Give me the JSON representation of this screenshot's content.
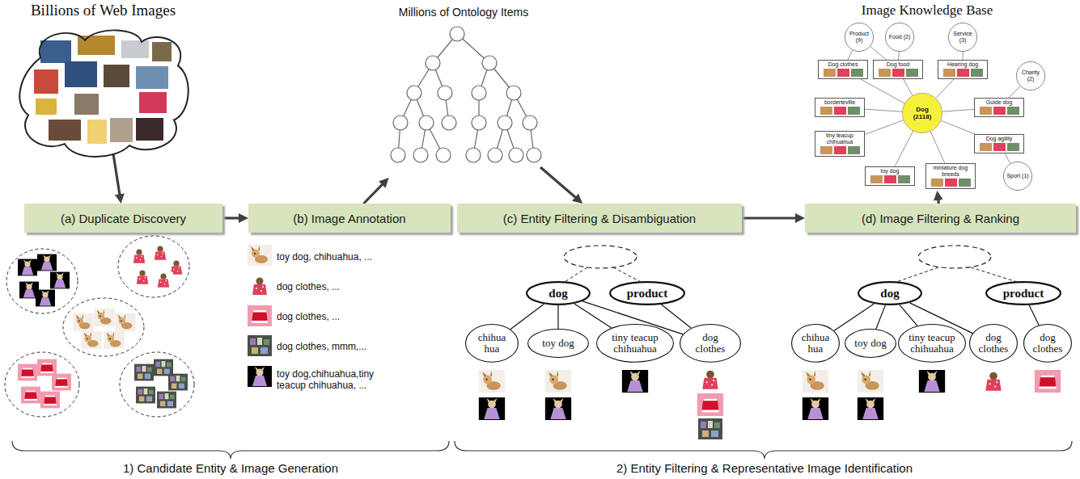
{
  "diagram": {
    "nodes": [
      {
        "text": [
          "Billions of Web Images"
        ]
      },
      {
        "text": [
          "Millions of Ontology Items"
        ]
      },
      {
        "text": [
          "Image Knowledge Base"
        ]
      },
      {
        "text": [
          "Product (9)"
        ],
        "in": 2
      },
      {
        "text": [
          "Food (2)"
        ],
        "in": 2
      },
      {
        "text": [
          "Service (3)"
        ],
        "in": 2
      },
      {
        "text": [
          "Dog clothes"
        ],
        "in": 2
      },
      {
        "text": [
          "Dog food"
        ],
        "in": 2
      },
      {
        "text": [
          "Hearing dog"
        ],
        "in": 2
      },
      {
        "text": [
          "borderteville"
        ],
        "in": 2
      },
      {
        "text": [
          "Dog (2118)"
        ],
        "in": 2
      },
      {
        "text": [
          "Guide dog"
        ],
        "in": 2
      },
      {
        "text": [
          "Charity (2)"
        ],
        "in": 2
      },
      {
        "text": [
          "tiny teacup chihuahua"
        ],
        "in": 2
      },
      {
        "text": [
          "Dog agility"
        ],
        "in": 2
      },
      {
        "text": [
          "toy dog"
        ],
        "in": 2
      },
      {
        "text": [
          "miniature dog breeds"
        ],
        "in": 2
      },
      {
        "text": [
          "Sport (1)"
        ],
        "in": 2
      },
      {
        "text": [
          "(a) Duplicate Discovery"
        ]
      },
      {
        "text": [
          "(b) Image Annotation"
        ]
      },
      {
        "text": [
          "(c) Entity Filtering & Disambiguation"
        ]
      },
      {
        "text": [
          "(d) Image Filtering & Ranking"
        ]
      },
      {
        "text": [
          "dog"
        ]
      },
      {
        "text": [
          "product"
        ]
      },
      {
        "text": [
          "chihua hua"
        ]
      },
      {
        "text": [
          "toy dog"
        ]
      },
      {
        "text": [
          "tiny teacup chihuahua"
        ]
      },
      {
        "text": [
          "dog clothes"
        ]
      },
      {
        "text": [
          "dog"
        ]
      },
      {
        "text": [
          "product"
        ]
      },
      {
        "text": [
          "chihua hua"
        ]
      },
      {
        "text": [
          "toy dog"
        ]
      },
      {
        "text": [
          "tiny teacup chihuahua"
        ]
      },
      {
        "text": [
          "dog clothes"
        ]
      },
      {
        "text": [
          "dog clothes"
        ]
      }
    ],
    "edges": [
      {
        "from": 0,
        "to": 18,
        "arrow": "to"
      },
      {
        "from": 18,
        "to": 19,
        "arrow": "to"
      },
      {
        "from": 19,
        "to": 1,
        "arrow": "to"
      },
      {
        "from": 1,
        "to": 20,
        "arrow": "to"
      },
      {
        "from": 20,
        "to": 21,
        "arrow": "to"
      },
      {
        "from": 21,
        "to": 2,
        "arrow": "to"
      },
      {
        "from": 22,
        "to": 24,
        "arrow": "none"
      },
      {
        "from": 22,
        "to": 25,
        "arrow": "none"
      },
      {
        "from": 22,
        "to": 26,
        "arrow": "none"
      },
      {
        "from": 22,
        "to": 27,
        "arrow": "none"
      },
      {
        "from": 23,
        "to": 27,
        "arrow": "none"
      },
      {
        "from": 28,
        "to": 30,
        "arrow": "none"
      },
      {
        "from": 28,
        "to": 31,
        "arrow": "none"
      },
      {
        "from": 28,
        "to": 32,
        "arrow": "none"
      },
      {
        "from": 28,
        "to": 33,
        "arrow": "none"
      },
      {
        "from": 29,
        "to": 34,
        "arrow": "none"
      },
      {
        "from": 10,
        "to": 6,
        "arrow": "none"
      },
      {
        "from": 10,
        "to": 7,
        "arrow": "none"
      },
      {
        "from": 10,
        "to": 8,
        "arrow": "none"
      },
      {
        "from": 10,
        "to": 9,
        "arrow": "none"
      },
      {
        "from": 10,
        "to": 11,
        "arrow": "none"
      },
      {
        "from": 10,
        "to": 13,
        "arrow": "none"
      },
      {
        "from": 10,
        "to": 14,
        "arrow": "none"
      },
      {
        "from": 10,
        "to": 15,
        "arrow": "none"
      },
      {
        "from": 10,
        "to": 16,
        "arrow": "none"
      },
      {
        "from": 3,
        "to": 6,
        "arrow": "none"
      },
      {
        "from": 3,
        "to": 7,
        "arrow": "none"
      },
      {
        "from": 4,
        "to": 7,
        "arrow": "none"
      },
      {
        "from": 5,
        "to": 8,
        "arrow": "none"
      },
      {
        "from": 12,
        "to": 11,
        "arrow": "none"
      },
      {
        "from": 17,
        "to": 14,
        "arrow": "none"
      }
    ],
    "labels": [
      "toy dog, chihuahua, ...",
      "dog clothes, ...",
      "dog clothes, ...",
      "dog clothes, mmm,...",
      "toy dog,chihuahua,tiny teacup chihuahua, ...",
      "1) Candidate Entity & Image Generation",
      "2) Entity Filtering & Representative Image Identification"
    ]
  }
}
